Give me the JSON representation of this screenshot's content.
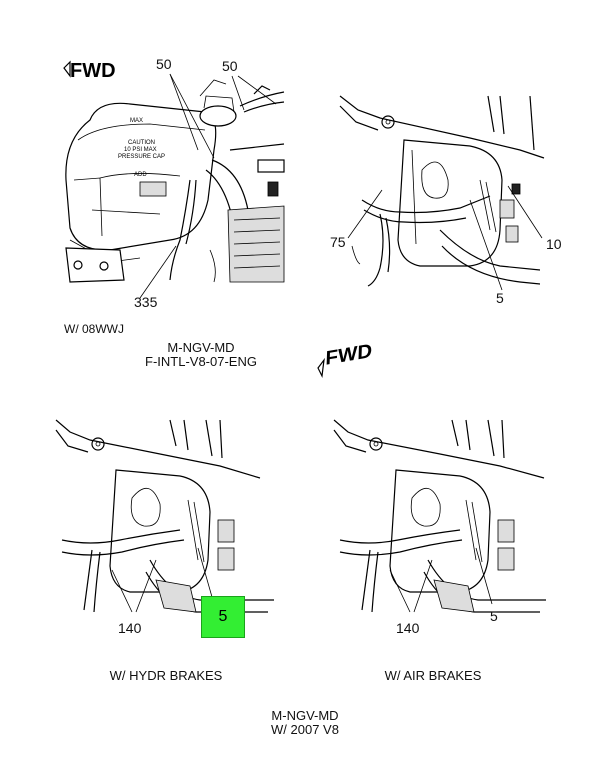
{
  "fwd_top": "FWD",
  "fwd_mid": "FWD",
  "panel_tl": {
    "callout_50a": "50",
    "callout_50b": "50",
    "callout_335": "335",
    "note": "W/ 08WWJ",
    "tank_text": [
      "MAX",
      "CAUTION",
      "10 PSI MAX",
      "PRESSURE CAP",
      "ADD"
    ]
  },
  "panel_tr": {
    "callout_75": "75",
    "callout_10": "10",
    "callout_5": "5"
  },
  "center_caption": {
    "line1": "M-NGV-MD",
    "line2": "F-INTL-V8-07-ENG"
  },
  "panel_bl": {
    "callout_140": "140",
    "callout_5": "5",
    "caption": "W/ HYDR BRAKES"
  },
  "panel_br": {
    "callout_140": "140",
    "callout_5": "5",
    "caption": "W/ AIR BRAKES"
  },
  "bottom_caption": {
    "line1": "M-NGV-MD",
    "line2": "W/ 2007 V8"
  },
  "colors": {
    "highlight": "#33ee33"
  }
}
